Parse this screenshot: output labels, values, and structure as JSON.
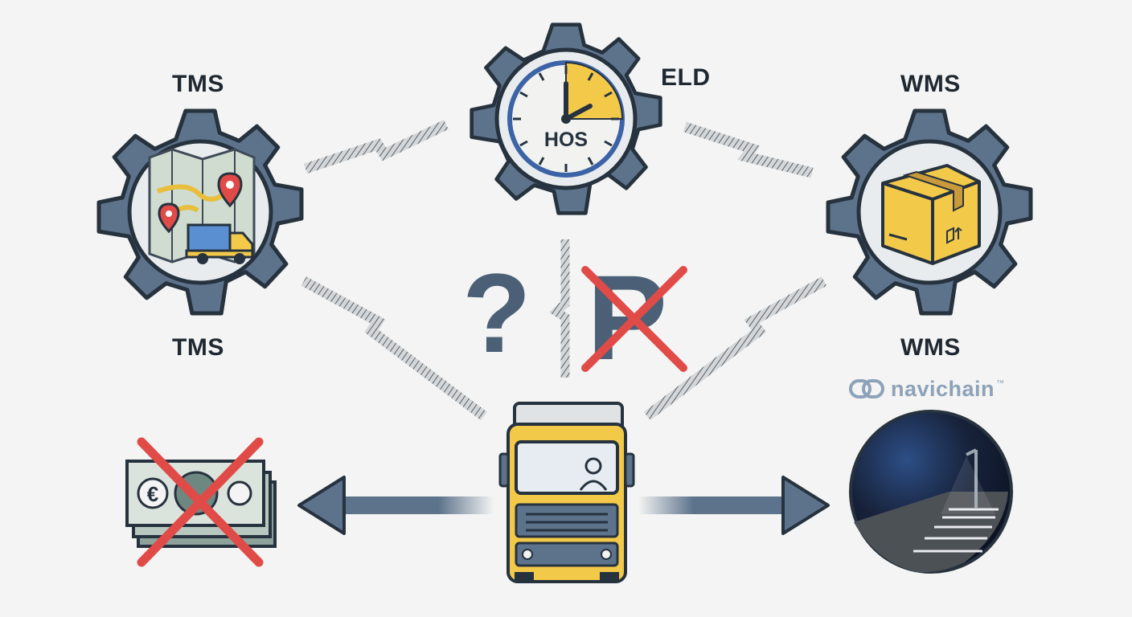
{
  "labels": {
    "tms_top": "TMS",
    "tms_bottom": "TMS",
    "eld": "ELD",
    "wms_top": "WMS",
    "wms_bottom": "WMS",
    "hos": "HOS"
  },
  "center_symbols": {
    "question": "?",
    "parking": "P"
  },
  "money_symbol": "€",
  "brand": {
    "name": "navichain",
    "trademark": "™"
  },
  "icons": {
    "tms": "map-route-truck-gear-icon",
    "eld": "hos-clock-gear-icon",
    "wms": "package-box-gear-icon",
    "truck": "yellow-truck-icon",
    "money": "crossed-cash-icon",
    "night": "night-parking-lot-icon"
  },
  "colors": {
    "gear": "#5d738c",
    "gear_dark": "#26323e",
    "yellow": "#f3c94a",
    "red": "#e04b48",
    "background": "#f3f4f3"
  }
}
